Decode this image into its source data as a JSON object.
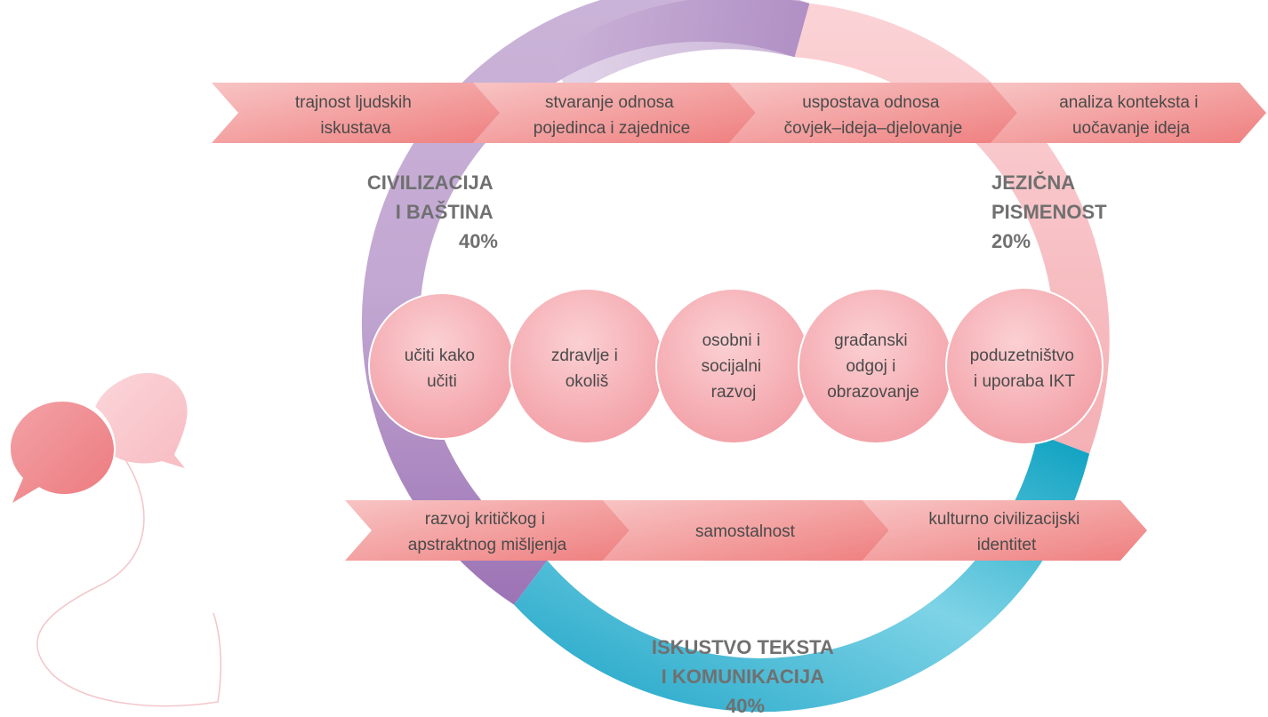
{
  "colors": {
    "purple_light": "#cbb4d8",
    "purple_dark": "#9c73b5",
    "pink_light": "#fbd3d6",
    "pink_mid": "#f4b0b5",
    "teal_light": "#7ed3e6",
    "teal_dark": "#0aa0c0",
    "arrow_left": "#f8c4c4",
    "arrow_right": "#ef7f7f",
    "bubble_dark": "#ec7a7f",
    "bubble_light": "#f7bcc2",
    "label_gray": "#707070",
    "text_dark": "#4a4a4a"
  },
  "domains": {
    "civilizacija": {
      "line1": "CIVILIZACIJA",
      "line2": "I BAŠTINA",
      "percent": "40%"
    },
    "jezicna": {
      "line1": "JEZIČNA",
      "line2": "PISMENOST",
      "percent": "20%"
    },
    "iskustvo": {
      "line1": "ISKUSTVO TEKSTA",
      "line2": "I KOMUNIKACIJA",
      "percent": "40%"
    }
  },
  "top_arrows": [
    {
      "line1": "trajnost ljudskih",
      "line2": "iskustava"
    },
    {
      "line1": "stvaranje odnosa",
      "line2": "pojedinca i zajednice"
    },
    {
      "line1": "uspostava odnosa",
      "line2": "čovjek–ideja–djelovanje"
    },
    {
      "line1": "analiza konteksta i",
      "line2": "uočavanje ideja"
    }
  ],
  "bottom_arrows": [
    {
      "line1": "razvoj kritičkog i",
      "line2": "apstraktnog mišljenja"
    },
    {
      "line1": "samostalnost",
      "line2": ""
    },
    {
      "line1": "kulturno civilizacijski",
      "line2": "identitet"
    }
  ],
  "circles": [
    {
      "lines": [
        "učiti kako",
        "učiti"
      ]
    },
    {
      "lines": [
        "zdravlje i",
        "okoliš"
      ]
    },
    {
      "lines": [
        "osobni i",
        "socijalni",
        "razvoj"
      ]
    },
    {
      "lines": [
        "građanski",
        "odgoj i",
        "obrazovanje"
      ]
    },
    {
      "lines": [
        "poduzetništvo",
        "i uporaba IKT"
      ]
    }
  ]
}
